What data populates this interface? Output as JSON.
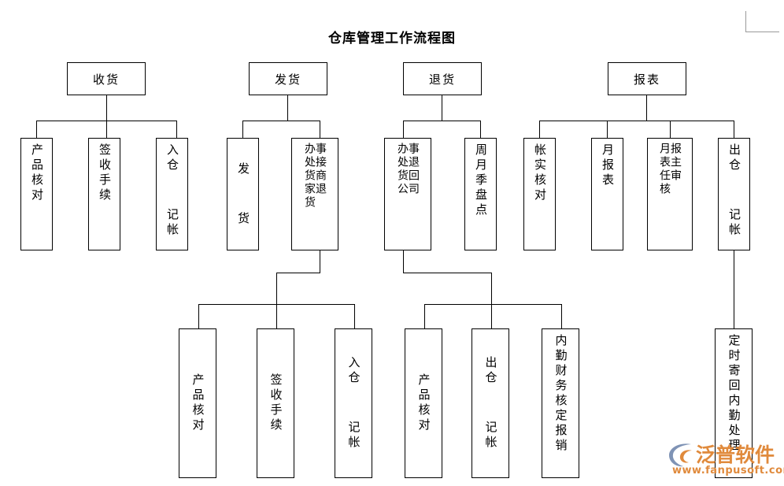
{
  "document": {
    "title": "仓库管理工作流程图"
  },
  "corner_mark": {
    "name": "page-corner-mark"
  },
  "watermark": {
    "brand": "泛普软件",
    "url": "www.fanpusoft.com",
    "logo_icon": "swoosh-circle-logo-icon",
    "brand_color": "#e08a3c",
    "logo_color": "#7f93b5"
  },
  "chart_data": {
    "type": "diagram",
    "title": "仓库管理工作流程图",
    "layout": "top-down-tree",
    "line_color": "#000000",
    "box_fill": "#ffffff",
    "nodes": [
      {
        "id": "n1",
        "label": "收货",
        "level": 1,
        "orientation": "horizontal"
      },
      {
        "id": "n2",
        "label": "发货",
        "level": 1,
        "orientation": "horizontal"
      },
      {
        "id": "n3",
        "label": "退货",
        "level": 1,
        "orientation": "horizontal"
      },
      {
        "id": "n4",
        "label": "报表",
        "level": 1,
        "orientation": "horizontal"
      },
      {
        "id": "n5",
        "label": "产品核对",
        "level": 2,
        "orientation": "vertical",
        "parent": "n1"
      },
      {
        "id": "n6",
        "label": "签收手续",
        "level": 2,
        "orientation": "vertical",
        "parent": "n1"
      },
      {
        "id": "n7",
        "label": "入仓  记帐",
        "level": 2,
        "orientation": "vertical",
        "parent": "n1"
      },
      {
        "id": "n8",
        "label": "发  货",
        "level": 2,
        "orientation": "vertical",
        "parent": "n2"
      },
      {
        "id": "n9",
        "label": "事接商退货办处货家货",
        "level": 2,
        "orientation": "vertical-2col",
        "col_right": "事接商退",
        "col_left": "办处货家货",
        "parent": "n2"
      },
      {
        "id": "n10",
        "label": "事退回公司办处货",
        "level": 2,
        "orientation": "vertical-2col",
        "col_right": "事退回司",
        "col_left": "办处货公",
        "parent": "n3"
      },
      {
        "id": "n11",
        "label": "周月季盘点",
        "level": 2,
        "orientation": "vertical",
        "parent": "n3"
      },
      {
        "id": "n12",
        "label": "帐实核对",
        "level": 2,
        "orientation": "vertical",
        "parent": "n4"
      },
      {
        "id": "n13",
        "label": "月报表",
        "level": 2,
        "orientation": "vertical",
        "parent": "n4"
      },
      {
        "id": "n14",
        "label": "报主审月表任核",
        "level": 2,
        "orientation": "vertical-2col",
        "col_right": "报主审",
        "col_left": "月表任核",
        "parent": "n4"
      },
      {
        "id": "n15",
        "label": "出仓  记帐",
        "level": 2,
        "orientation": "vertical",
        "parent": "n4"
      },
      {
        "id": "n16",
        "label": "产品核对",
        "level": 3,
        "orientation": "vertical",
        "parent": "n9"
      },
      {
        "id": "n17",
        "label": "签收手续",
        "level": 3,
        "orientation": "vertical",
        "parent": "n9"
      },
      {
        "id": "n18",
        "label": "入仓  记帐",
        "level": 3,
        "orientation": "vertical",
        "parent": "n9"
      },
      {
        "id": "n19",
        "label": "产品核对",
        "level": 3,
        "orientation": "vertical",
        "parent": "n10"
      },
      {
        "id": "n20",
        "label": "出仓  记帐",
        "level": 3,
        "orientation": "vertical",
        "parent": "n10"
      },
      {
        "id": "n21",
        "label": "内勤财务核定报销",
        "level": 3,
        "orientation": "vertical",
        "parent": "n10"
      },
      {
        "id": "n22",
        "label": "定时寄回内勤处理",
        "level": 3,
        "orientation": "vertical",
        "parent": "n15"
      }
    ],
    "edges": [
      {
        "from": "n1",
        "to": [
          "n5",
          "n6",
          "n7"
        ]
      },
      {
        "from": "n2",
        "to": [
          "n8",
          "n9"
        ]
      },
      {
        "from": "n3",
        "to": [
          "n10",
          "n11"
        ]
      },
      {
        "from": "n4",
        "to": [
          "n12",
          "n13",
          "n14",
          "n15"
        ]
      },
      {
        "from": "n9",
        "to": [
          "n16",
          "n17",
          "n18"
        ]
      },
      {
        "from": "n10",
        "to": [
          "n19",
          "n20",
          "n21"
        ]
      },
      {
        "from": "n15",
        "to": [
          "n22"
        ]
      }
    ]
  }
}
